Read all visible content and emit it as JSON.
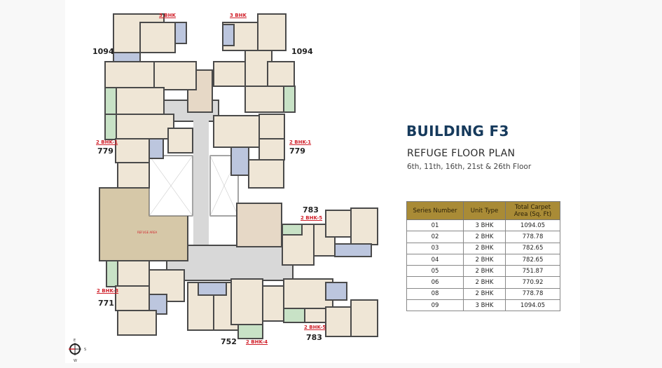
{
  "header": {
    "building": "BUILDING F3",
    "plan_name": "REFUGE FLOOR PLAN",
    "floors": "6th, 11th, 16th, 21st & 26th Floor"
  },
  "table": {
    "columns": [
      "Series Number",
      "Unit Type",
      "Total Carpet Area (Sq. Ft)"
    ],
    "rows": [
      [
        "01",
        "3 BHK",
        "1094.05"
      ],
      [
        "02",
        "2 BHK",
        "778.78"
      ],
      [
        "03",
        "2 BHK",
        "782.65"
      ],
      [
        "04",
        "2 BHK",
        "782.65"
      ],
      [
        "05",
        "2 BHK",
        "751.87"
      ],
      [
        "06",
        "2 BHK",
        "770.92"
      ],
      [
        "08",
        "2 BHK",
        "778.78"
      ],
      [
        "09",
        "3 BHK",
        "1094.05"
      ]
    ],
    "header_color": "#a98b36"
  },
  "plan": {
    "unit_labels": {
      "tl_type": "3 BHK",
      "tl_area": "1094",
      "tr_type": "3 BHK",
      "tr_area": "1094",
      "ml_type": "2 BHK-1",
      "ml_area": "779",
      "mr_type": "2 BHK-1",
      "mr_area": "779",
      "rt_type": "2 BHK-5",
      "rt_area": "783",
      "rb_type": "2 BHK-5",
      "rb_area": "783",
      "bl_type": "2 BHK-3",
      "bl_area": "771",
      "bm_type": "2 BHK-4",
      "bm_area": "752"
    },
    "refuge": "REFUGE AREA",
    "compass": {
      "e": "E",
      "s": "S",
      "w": "W"
    },
    "colors": {
      "room": "#efe6d6",
      "wall": "#4a4a4a",
      "toilet": "#bcc6de",
      "balcony": "#c8e2c6",
      "corridor": "#d8d8d8",
      "refuge": "#d6c8a8",
      "label_red": "#d0202a"
    }
  }
}
